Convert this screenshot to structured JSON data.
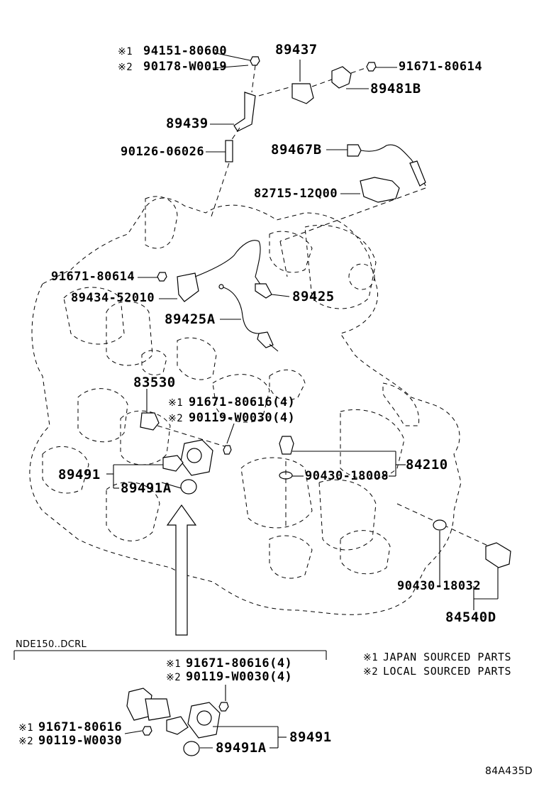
{
  "notes": {
    "note1_mark": "※1",
    "note1_text": "JAPAN SOURCED PARTS",
    "note2_mark": "※2",
    "note2_text": "LOCAL SOURCED PARTS"
  },
  "variant_label": "NDE150..DCRL",
  "figure_ref": "84A435D",
  "callouts": {
    "c94151_mark": "※1",
    "c94151": "94151-80600",
    "c90178_mark": "※2",
    "c90178": "90178-W0019",
    "c89437": "89437",
    "c91671_top": "91671-80614",
    "c89481B": "89481B",
    "c89439": "89439",
    "c90126": "90126-06026",
    "c89467B": "89467B",
    "c82715": "82715-12Q00",
    "c91671_mid": "91671-80614",
    "c89434": "89434-52010",
    "c89425": "89425",
    "c89425A": "89425A",
    "c83530": "83530",
    "c91671_4_mark": "※1",
    "c91671_4": "91671-80616(4)",
    "c90119_4_mark": "※2",
    "c90119_4": "90119-W0030(4)",
    "c89491": "89491",
    "c89491A": "89491A",
    "c84210": "84210",
    "c90430_18008": "90430-18008",
    "c90430_18032": "90430-18032",
    "c84540D": "84540D"
  },
  "inset": {
    "i91671_4_mark": "※1",
    "i91671_4": "91671-80616(4)",
    "i90119_4_mark": "※2",
    "i90119_4": "90119-W0030(4)",
    "i91671_mark": "※1",
    "i91671": "91671-80616",
    "i90119_mark": "※2",
    "i90119": "90119-W0030",
    "i89491": "89491",
    "i89491A": "89491A"
  }
}
